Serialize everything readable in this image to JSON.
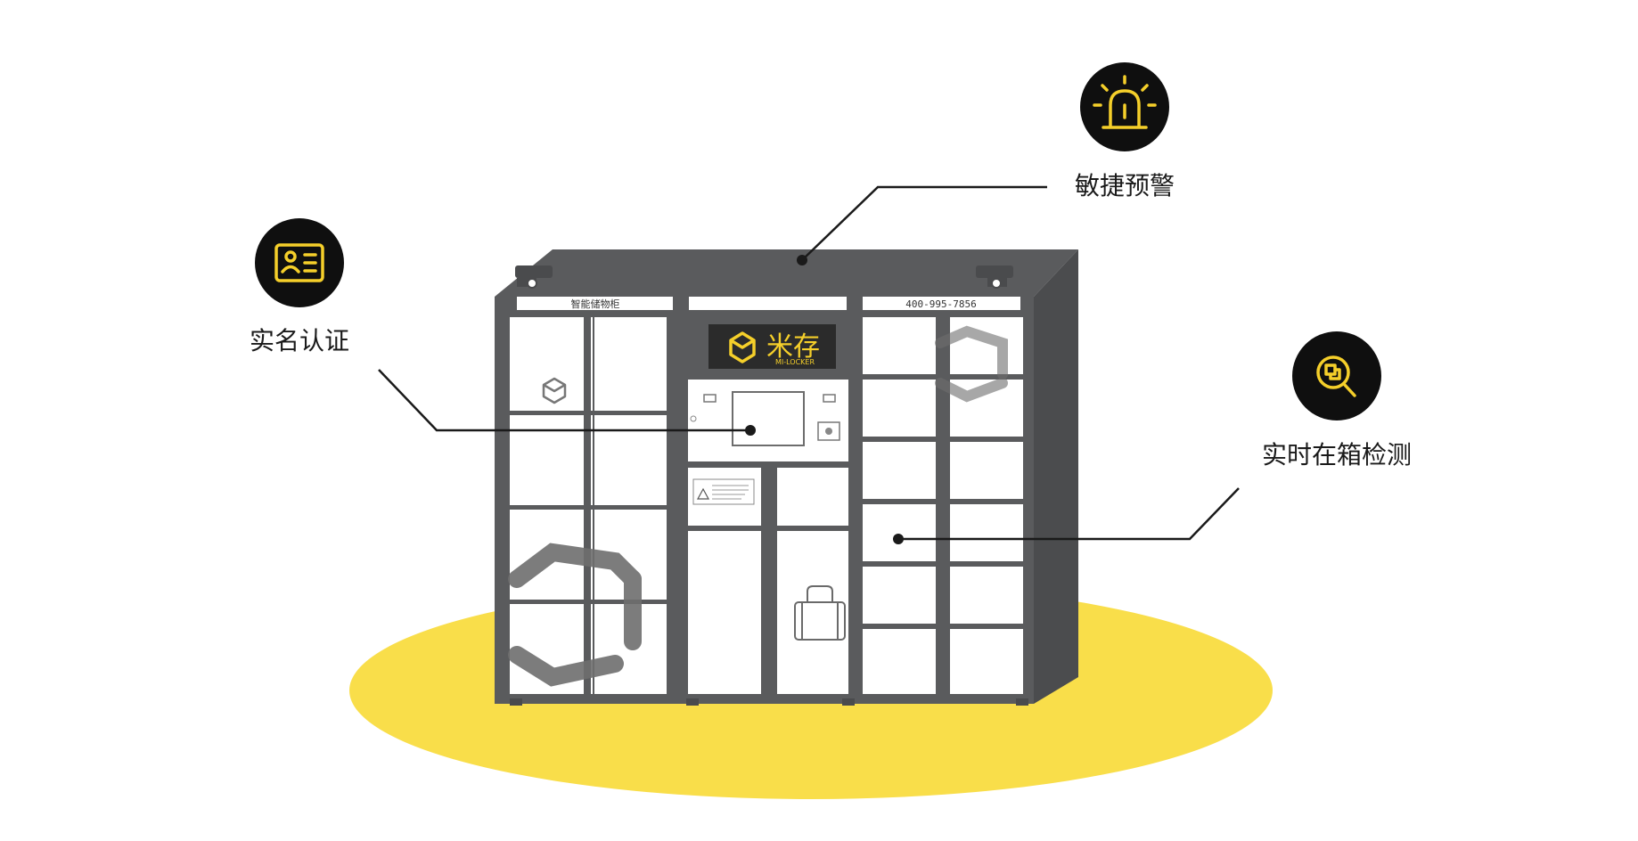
{
  "features": {
    "realname": {
      "label": "实名认证",
      "icon": "id-card-icon"
    },
    "alert": {
      "label": "敏捷预警",
      "icon": "alarm-siren-icon"
    },
    "detect": {
      "label": "实时在箱检测",
      "icon": "search-box-icon"
    }
  },
  "cabinet": {
    "left_sign": "智能储物柜",
    "right_sign": "400-995-7856",
    "brand_cn": "米存",
    "brand_en": "MI-LOCKER"
  },
  "colors": {
    "accent": "#F5CF2A",
    "floor": "#F9DE4A",
    "cabinet_body": "#58595B",
    "icon_bg": "#0F0F0F",
    "line": "#1a1a1a"
  }
}
